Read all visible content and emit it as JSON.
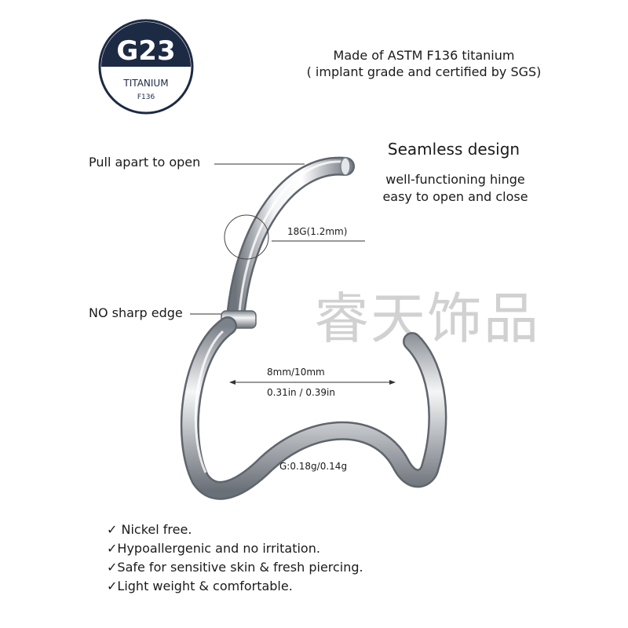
{
  "badge": {
    "grade": "G23",
    "material": "TITANIUM",
    "standard": "F136"
  },
  "material_note": {
    "line1": "Made of ASTM F136 titanium",
    "line2": "( implant grade and certified by SGS)"
  },
  "design": {
    "title": "Seamless design",
    "line1": "well-functioning hinge",
    "line2": "easy to open and close"
  },
  "callouts": {
    "pull": "Pull apart to open",
    "edge": "NO sharp edge",
    "gauge": "18G(1.2mm)",
    "size_mm": "8mm/10mm",
    "size_in": "0.31in / 0.39in",
    "weight": "G:0.18g/0.14g"
  },
  "watermark": "睿天饰品",
  "features": [
    "✓ Nickel free.",
    "✓Hypoallergenic and no irritation.",
    "✓Safe for sensitive skin & fresh piercing.",
    "✓Light weight & comfortable."
  ],
  "colors": {
    "badge_dark": "#1d2a44",
    "metal_light": "#f2f4f6",
    "metal_dark": "#6e747b",
    "line": "#333333"
  }
}
